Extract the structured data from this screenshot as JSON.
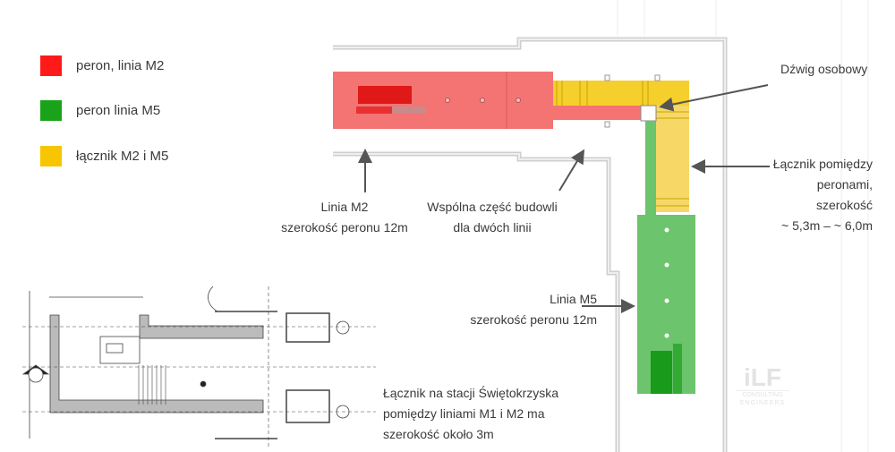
{
  "legend": [
    {
      "label": "peron, linia M2",
      "color": "#ff1a1a"
    },
    {
      "label": "peron linia M5",
      "color": "#1aa31a"
    },
    {
      "label": "łącznik M2 i M5",
      "color": "#f7c600"
    }
  ],
  "annotations": {
    "elevator": "Dźwig osobowy",
    "connector": [
      "Łącznik pomiędzy",
      "peronami,",
      "szerokość",
      "~ 5,3m – ~ 6,0m"
    ],
    "line_m2": [
      "Linia M2",
      "szerokość peronu 12m"
    ],
    "shared": [
      "Wspólna część budowli",
      "dla dwóch linii"
    ],
    "line_m5": [
      "Linia M5",
      "szerokość peronu 12m"
    ],
    "swietokrzyska": [
      "Łącznik na stacji Świętokrzyska",
      "pomiędzy liniami M1 i M2 ma",
      "szerokość około 3m"
    ]
  },
  "logo": {
    "mark": "iLF",
    "sub": [
      "CONSULTING",
      "ENGINEERS"
    ]
  },
  "colors": {
    "m2_area": "#f47474",
    "m5_area": "#6cc46c",
    "connector": "#f7d23f",
    "wall": "#d9d9d9"
  }
}
